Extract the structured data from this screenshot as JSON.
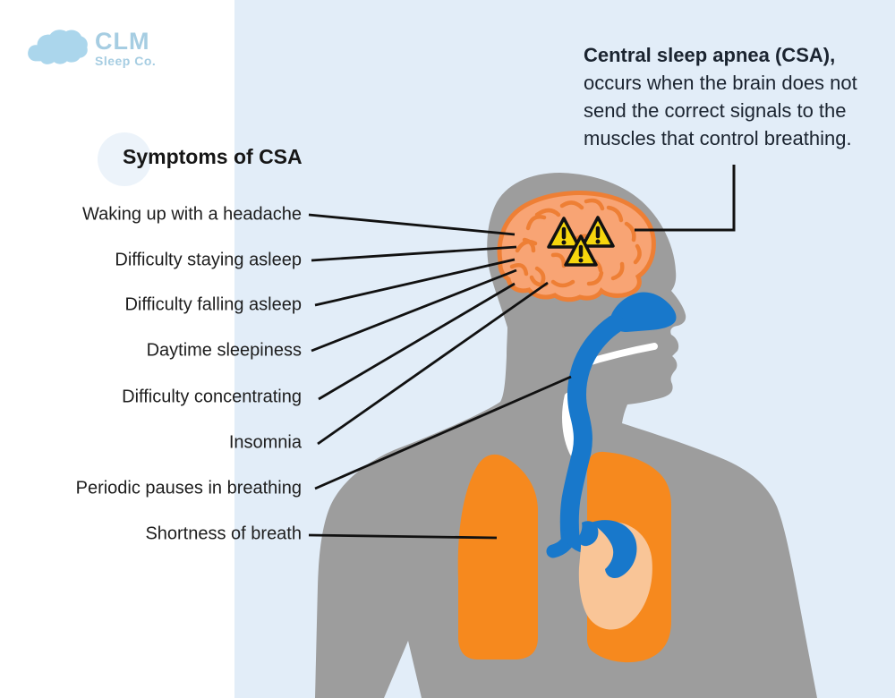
{
  "logo": {
    "company": "CLM",
    "tagline": "Sleep Co.",
    "icon": "cloud-icon",
    "color": "#a6cde2"
  },
  "title": "Symptoms of CSA",
  "description": {
    "heading": "Central sleep apnea (CSA),",
    "lines": [
      "occurs when the brain does not",
      "send the correct signals to the",
      "muscles that control breathing."
    ]
  },
  "symptoms": [
    "Waking up with a headache",
    "Difficulty staying asleep",
    "Difficulty falling asleep",
    "Daytime sleepiness",
    "Difficulty concentrating",
    "Insomnia",
    "Periodic pauses in breathing",
    "Shortness of breath"
  ],
  "illustration": {
    "warning_icon_count": 3,
    "parts": [
      "body-silhouette",
      "brain",
      "nasal-airway",
      "trachea",
      "lungs",
      "heart",
      "warning-triangles"
    ],
    "colors": {
      "background_panel": "#e2edf8",
      "body_gray": "#9d9d9d",
      "brain_fill": "#f8a474",
      "brain_outline": "#ee7f35",
      "lung_orange": "#f6891e",
      "heart_peach": "#f9c597",
      "airway_blue": "#1878cb",
      "warning_yellow": "#f6d60d",
      "callout_line": "#111111"
    }
  }
}
